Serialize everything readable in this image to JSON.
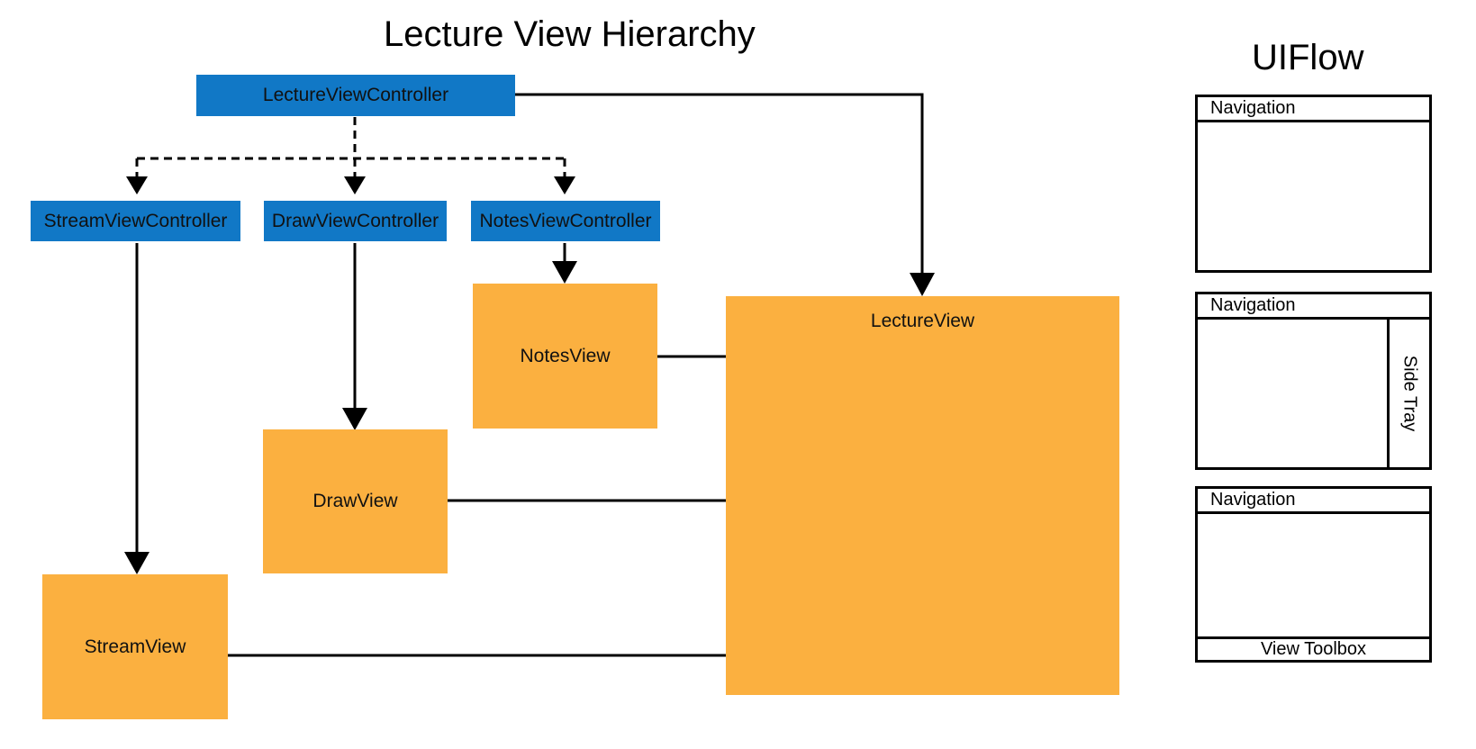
{
  "titles": {
    "hierarchy": "Lecture View Hierarchy",
    "ui_flow": "UIFlow"
  },
  "controllers": {
    "lecture": "LectureViewController",
    "stream": "StreamViewController",
    "draw": "DrawViewController",
    "notes": "NotesViewController"
  },
  "views": {
    "notes": "NotesView",
    "draw": "DrawView",
    "stream": "StreamView",
    "lecture": "LectureView"
  },
  "ui_flow": {
    "layout_1": {
      "navigation": "Navigation"
    },
    "layout_2": {
      "navigation": "Navigation",
      "side_tray": "Side Tray"
    },
    "layout_3": {
      "navigation": "Navigation",
      "toolbox": "View Toolbox"
    }
  },
  "colors": {
    "controller": "#1178c6",
    "view": "#fbb040",
    "line": "#000000"
  }
}
